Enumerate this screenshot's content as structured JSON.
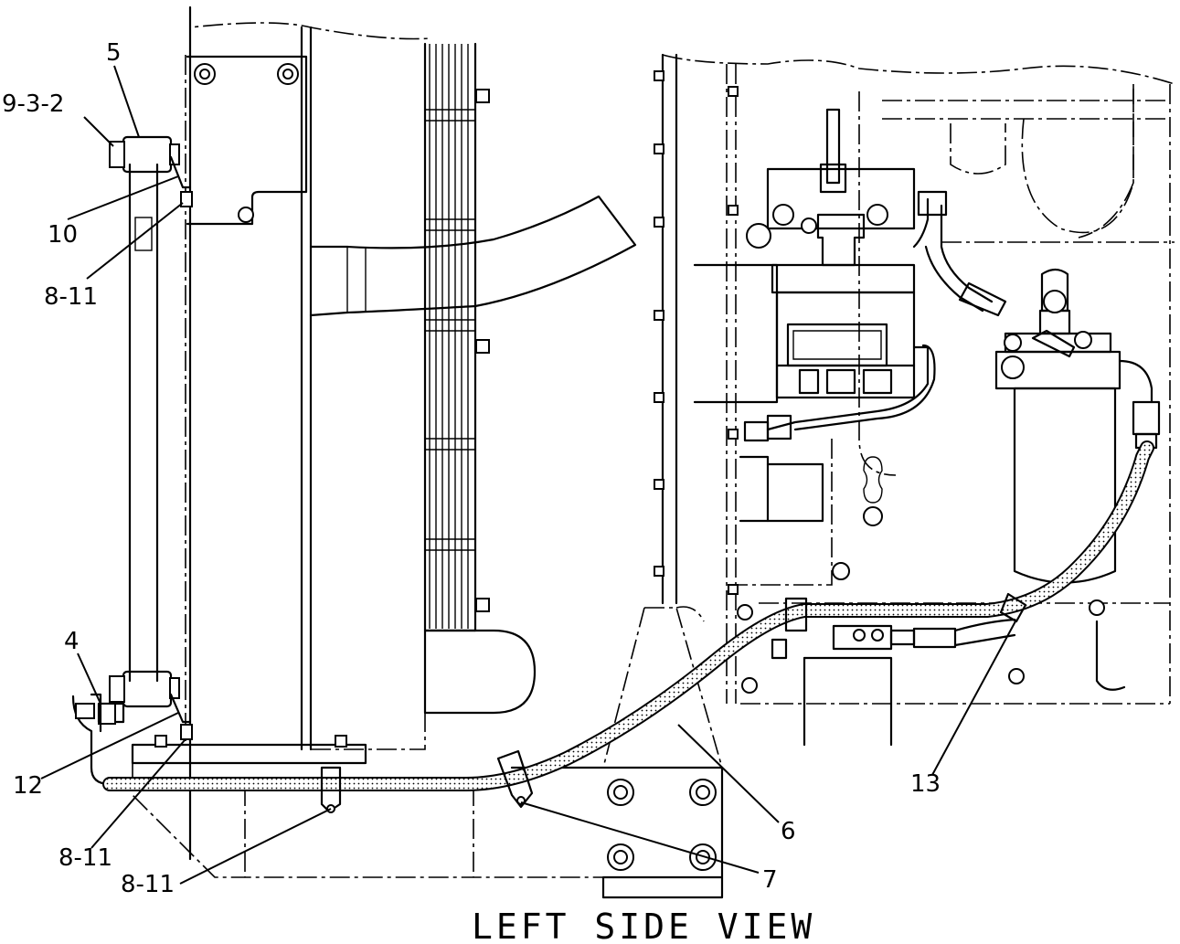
{
  "view_title": "LEFT SIDE VIEW",
  "callouts": [
    {
      "id": "c-9-3-2",
      "text": "9-3-2"
    },
    {
      "id": "c-5",
      "text": "5"
    },
    {
      "id": "c-10",
      "text": "10"
    },
    {
      "id": "c-8-11-a",
      "text": "8-11"
    },
    {
      "id": "c-4",
      "text": "4"
    },
    {
      "id": "c-12",
      "text": "12"
    },
    {
      "id": "c-8-11-b",
      "text": "8-11"
    },
    {
      "id": "c-8-11-c",
      "text": "8-11"
    },
    {
      "id": "c-7",
      "text": "7"
    },
    {
      "id": "c-6",
      "text": "6"
    },
    {
      "id": "c-13",
      "text": "13"
    }
  ]
}
